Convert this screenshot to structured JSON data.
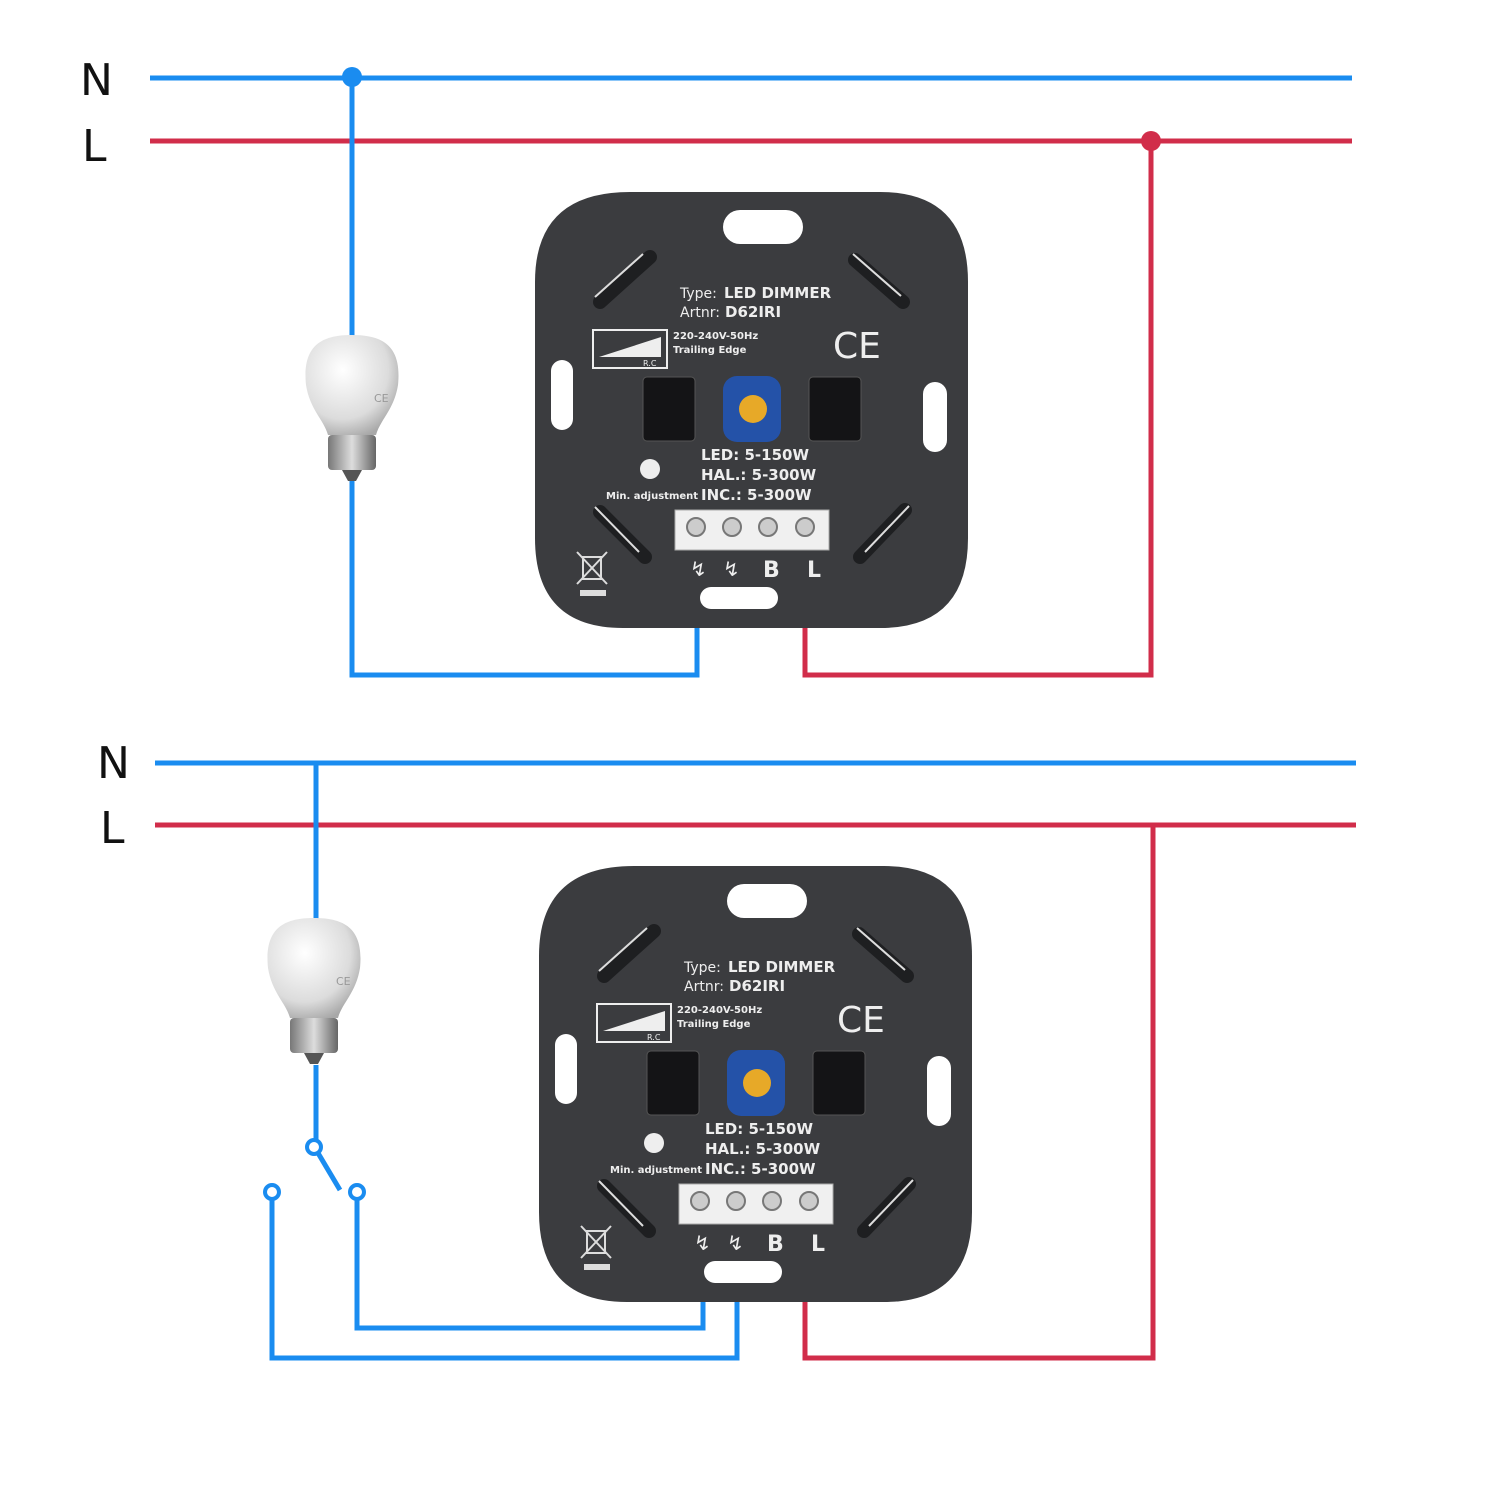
{
  "diagrams": [
    {
      "neutral_label": "N",
      "live_label": "L"
    },
    {
      "neutral_label": "N",
      "live_label": "L"
    }
  ],
  "dimmer": {
    "type_prefix": "Type:",
    "type_value": "LED DIMMER",
    "artnr_prefix": "Artnr:",
    "artnr_value": "D62IRI",
    "voltage": "220-240V-50Hz",
    "mode": "Trailing Edge",
    "rc_label": "R.C",
    "ce_mark": "CE",
    "led_rating": "LED: 5-150W",
    "hal_rating": "HAL.: 5-300W",
    "inc_rating": "INC.: 5-300W",
    "min_adjustment": "Min. adjustment",
    "terminal_b": "B",
    "terminal_l": "L"
  },
  "colors": {
    "neutral": "#1a8cf0",
    "live": "#d12d4a",
    "dimmer_body": "#3b3c3f",
    "knob": "#e7a928",
    "knob_base": "#2452a8"
  }
}
